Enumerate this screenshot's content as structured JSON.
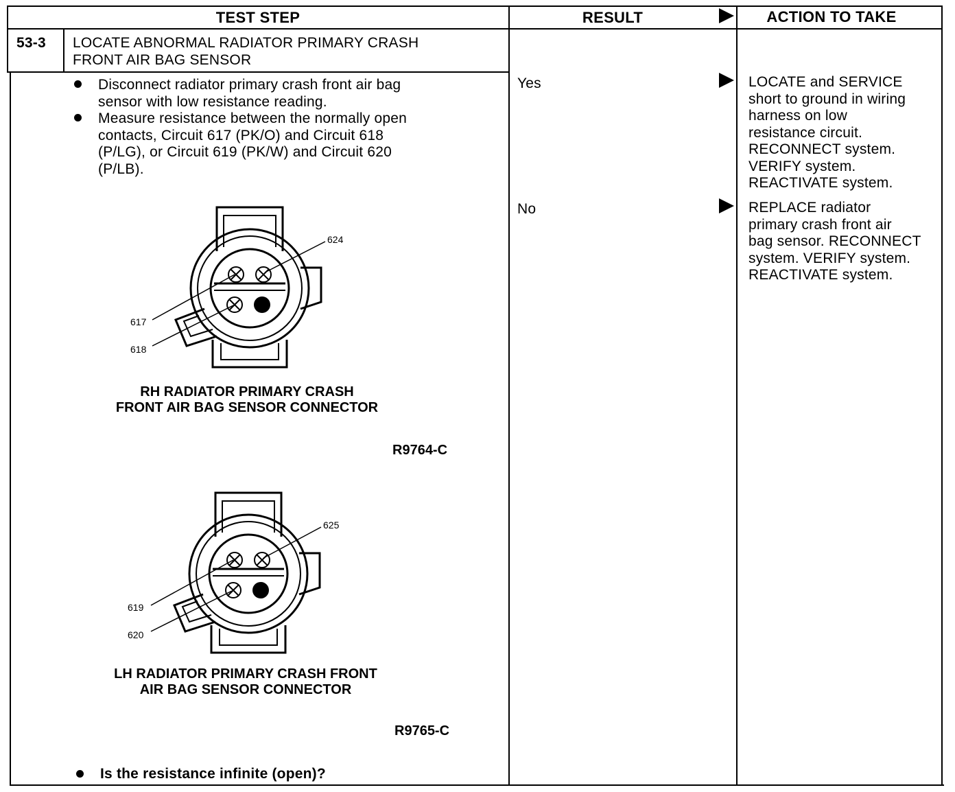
{
  "header": {
    "test_step": "TEST STEP",
    "result": "RESULT",
    "action": "ACTION TO TAKE"
  },
  "step": {
    "number": "53-3",
    "title_line1": "LOCATE ABNORMAL RADIATOR PRIMARY CRASH",
    "title_line2": "FRONT AIR BAG SENSOR"
  },
  "instructions": [
    {
      "lines": [
        "Disconnect radiator primary crash front air bag",
        "sensor with low resistance reading."
      ]
    },
    {
      "lines": [
        "Measure resistance between the normally open",
        "contacts, Circuit 617 (PK/O) and Circuit 618",
        "(P/LG), or Circuit 619 (PK/W) and Circuit 620",
        "(P/LB)."
      ]
    }
  ],
  "figures": [
    {
      "labels": {
        "top": "624",
        "upper_left": "617",
        "lower_left": "618"
      },
      "caption_line1": "RH RADIATOR PRIMARY CRASH",
      "caption_line2": "FRONT AIR BAG SENSOR CONNECTOR",
      "code": "R9764-C"
    },
    {
      "labels": {
        "top": "625",
        "upper_left": "619",
        "lower_left": "620"
      },
      "caption_line1": "LH RADIATOR PRIMARY CRASH FRONT",
      "caption_line2": "AIR BAG SENSOR CONNECTOR",
      "code": "R9765-C"
    }
  ],
  "question": "Is the resistance infinite (open)?",
  "results": [
    {
      "result": "Yes",
      "action_lines": [
        "LOCATE and SERVICE",
        "short to ground in wiring",
        "harness on low",
        "resistance circuit.",
        "RECONNECT system.",
        "VERIFY system.",
        "REACTIVATE system."
      ]
    },
    {
      "result": "No",
      "action_lines": [
        "REPLACE radiator",
        "primary crash front air",
        "bag sensor. RECONNECT",
        "system. VERIFY system.",
        "REACTIVATE system."
      ]
    }
  ]
}
